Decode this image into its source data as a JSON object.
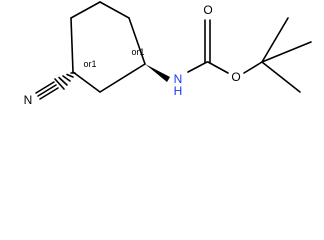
{
  "molecule": {
    "atoms": {
      "n_nitrile": "N",
      "n_amine": "N",
      "h_amine": "H",
      "o_carbonyl": "O",
      "o_ester": "O"
    },
    "stereo": {
      "c1": "or1",
      "c3": "or1"
    },
    "colors": {
      "bond": "#000000",
      "nitrogen": "#1a37ff",
      "oxygen": "#000000"
    }
  }
}
